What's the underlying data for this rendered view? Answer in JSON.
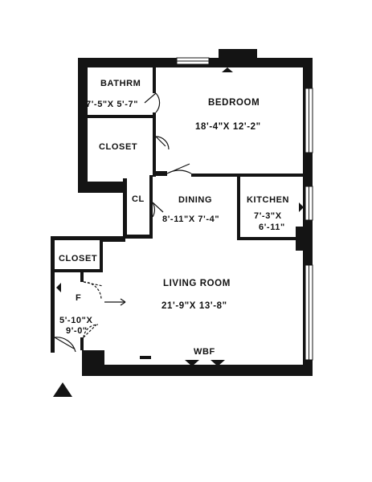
{
  "rooms": {
    "bathroom": {
      "name": "BATHRM",
      "dims": "7'-5\"X 5'-7\""
    },
    "bedroom": {
      "name": "BEDROOM",
      "dims": "18'-4\"X 12'-2\""
    },
    "closet_upper": {
      "name": "CLOSET"
    },
    "cl": {
      "name": "CL"
    },
    "dining": {
      "name": "DINING",
      "dims": "8'-11\"X 7'-4\""
    },
    "kitchen": {
      "name": "KITCHEN",
      "dims_line1": "7'-3\"X",
      "dims_line2": "6'-11\""
    },
    "closet_lower": {
      "name": "CLOSET"
    },
    "foyer": {
      "name": "F",
      "dims_line1": "5'-10\"X",
      "dims_line2": "9'-0\""
    },
    "living_room": {
      "name": "LIVING ROOM",
      "dims": "21'-9\"X 13'-8\""
    },
    "wbf": {
      "name": "WBF"
    }
  },
  "colors": {
    "ink": "#141414",
    "background": "#ffffff"
  },
  "icons": [
    "north-arrow-icon",
    "door-swing-icon",
    "window-icon",
    "radiator-icon"
  ]
}
